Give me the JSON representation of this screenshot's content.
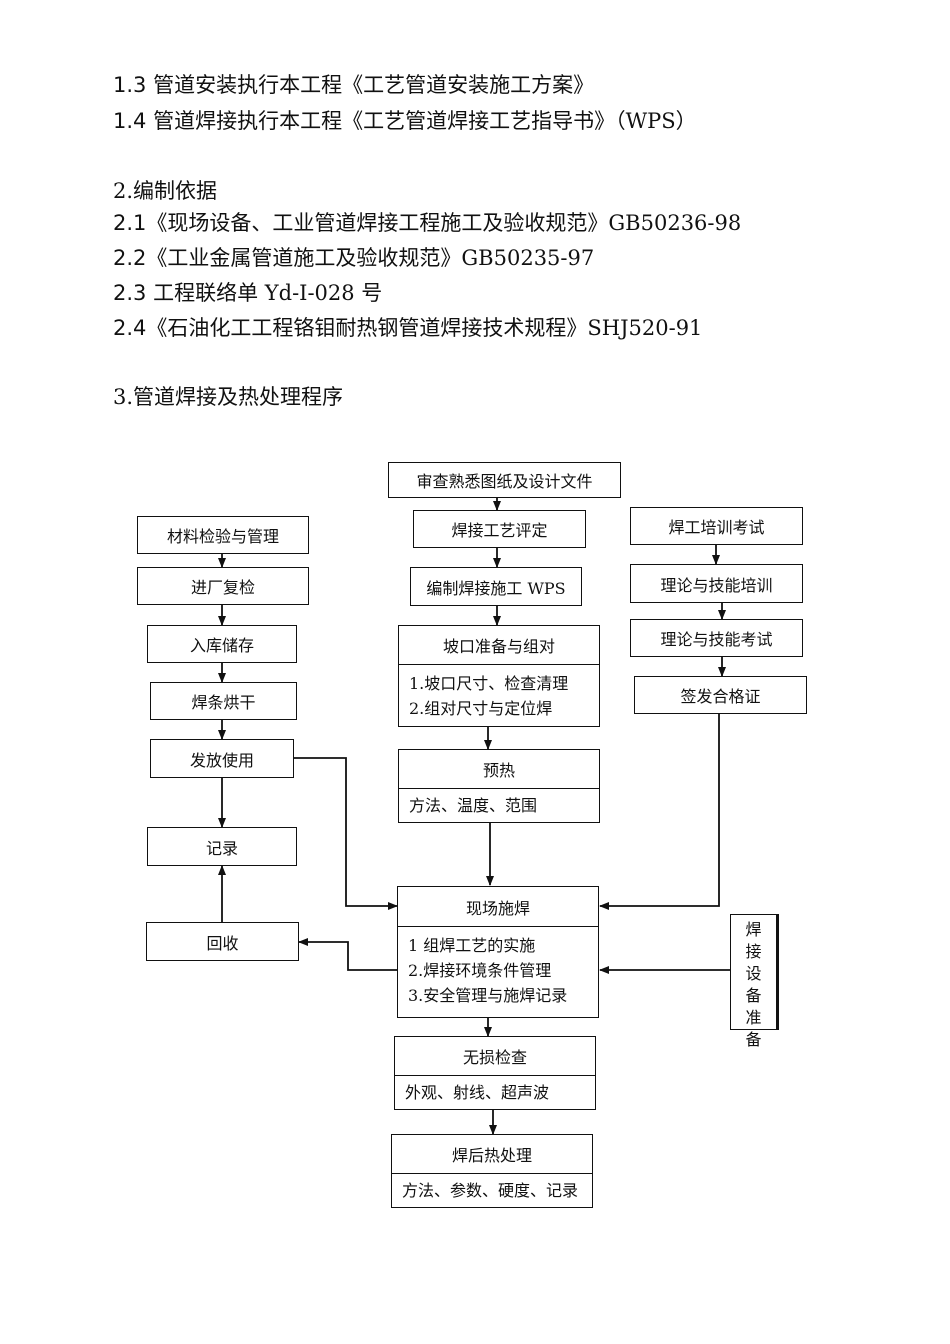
{
  "intro": {
    "l13_num": "1.3",
    "l13_text": " 管道安装执行本工程《工艺管道安装施工方案》",
    "l14_num": "1.4",
    "l14_text": " 管道焊接执行本工程《工艺管道焊接工艺指导书》（WPS）"
  },
  "section2": {
    "title": "2.编制依据",
    "items": [
      {
        "num": "2.1",
        "text": "《现场设备、工业管道焊接工程施工及验收规范》GB50236-98"
      },
      {
        "num": "2.2",
        "text": "《工业金属管道施工及验收规范》GB50235-97"
      },
      {
        "num": "2.3",
        "text": " 工程联络单 Yd-I-028 号"
      },
      {
        "num": "2.4",
        "text": "《石油化工工程铬钼耐热钢管道焊接技术规程》SHJ520-91"
      }
    ]
  },
  "section3": {
    "title": "3.管道焊接及热处理程序"
  },
  "flow": {
    "review": "审查熟悉图纸及设计文件",
    "wpq": "焊接工艺评定",
    "wps": "编制焊接施工 WPS",
    "groove": {
      "head": "坡口准备与组对",
      "lines": [
        "1.坡口尺寸、检查清理",
        "2.组对尺寸与定位焊"
      ]
    },
    "preheat": {
      "head": "预热",
      "lines": [
        "方法、温度、范围"
      ]
    },
    "material": "材料检验与管理",
    "recheck": "进厂复检",
    "storage": "入库储存",
    "dry": "焊条烘干",
    "issue": "发放使用",
    "record": "记录",
    "recover": "回收",
    "training": "焊工培训考试",
    "theory_train": "理论与技能培训",
    "theory_exam": "理论与技能考试",
    "certificate": "签发合格证",
    "welding": {
      "head": "现场施焊",
      "lines": [
        "1 组焊工艺的实施",
        "2.焊接环境条件管理",
        "3.安全管理与施焊记录"
      ]
    },
    "equipment": [
      "焊",
      "接",
      "设",
      "备",
      "准",
      "备"
    ],
    "ndt": {
      "head": "无损检查",
      "lines": [
        "外观、射线、超声波"
      ]
    },
    "pwht": {
      "head": "焊后热处理",
      "lines": [
        "方法、参数、硬度、记录"
      ]
    }
  }
}
